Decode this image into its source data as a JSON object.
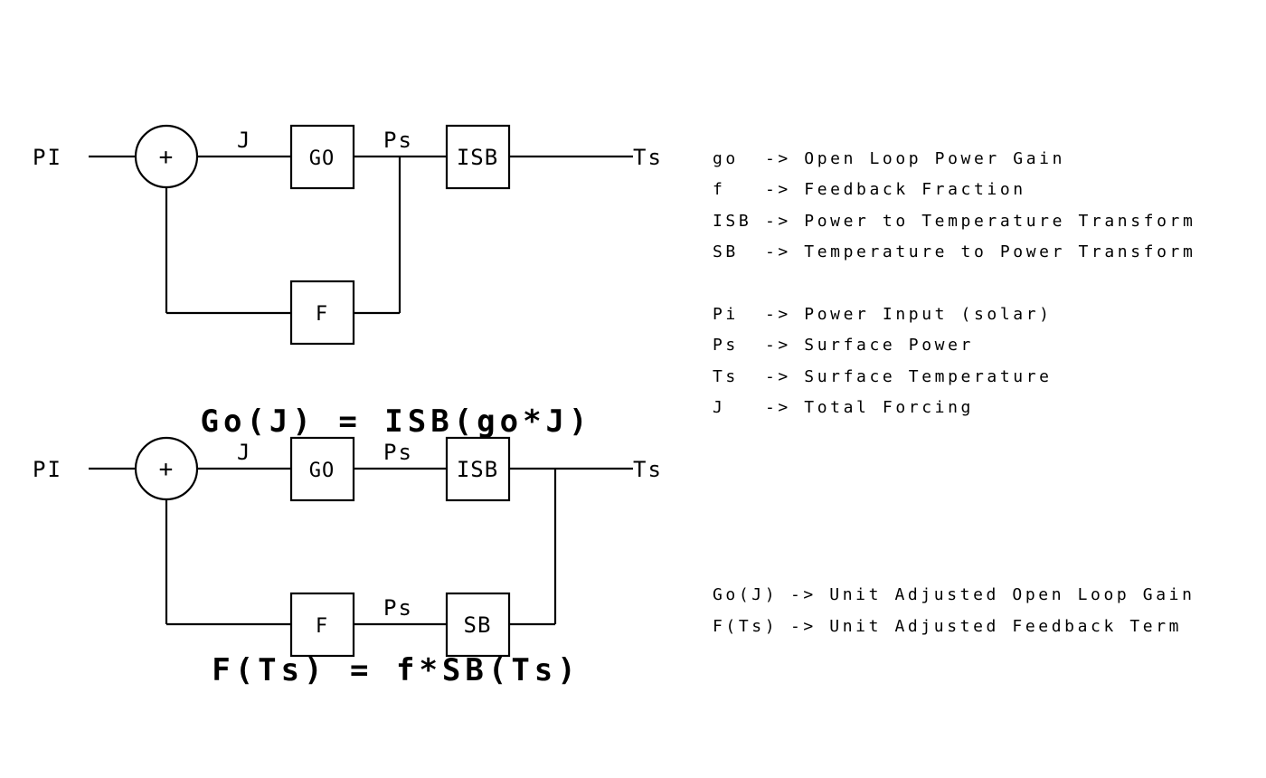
{
  "diagram": {
    "top": {
      "input": "PI",
      "sum_symbol": "+",
      "forcing": "J",
      "gain_block": "GO",
      "power": "Ps",
      "transform_block": "ISB",
      "output": "Ts",
      "feedback_block": "F"
    },
    "bottom": {
      "input": "PI",
      "sum_symbol": "+",
      "forcing": "J",
      "gain_block": "GO",
      "power": "Ps",
      "transform_block": "ISB",
      "output": "Ts",
      "feedback_block": "F",
      "feedback_power": "Ps",
      "sb_block": "SB"
    },
    "equations": {
      "go": "Go(J) = ISB(go*J)",
      "f": "F(Ts) = f*SB(Ts)"
    }
  },
  "legend": {
    "blocks": [
      {
        "key": "go",
        "desc": "-> Open Loop Power Gain"
      },
      {
        "key": "f",
        "desc": "-> Feedback Fraction"
      },
      {
        "key": "ISB",
        "desc": "-> Power to Temperature Transform"
      },
      {
        "key": "SB",
        "desc": "-> Temperature to Power Transform"
      }
    ],
    "signals": [
      {
        "key": "Pi",
        "desc": "-> Power Input (solar)"
      },
      {
        "key": "Ps",
        "desc": "-> Surface Power"
      },
      {
        "key": "Ts",
        "desc": "-> Surface Temperature"
      },
      {
        "key": "J",
        "desc": "-> Total Forcing"
      }
    ],
    "terms": [
      {
        "key": "Go(J)",
        "desc": "-> Unit Adjusted Open Loop Gain"
      },
      {
        "key": "F(Ts)",
        "desc": "-> Unit Adjusted Feedback Term"
      }
    ]
  }
}
